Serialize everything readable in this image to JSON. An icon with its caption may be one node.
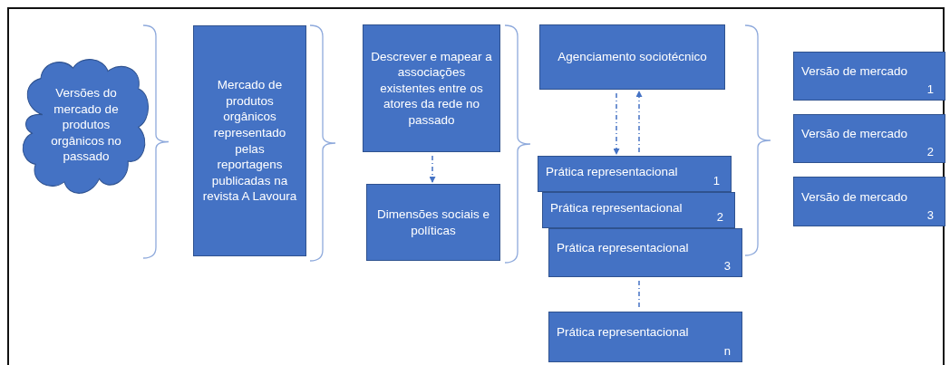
{
  "diagram": {
    "nodes": [
      {
        "text": [
          "Versões do mercado de produtos orgânicos no passado"
        ]
      },
      {
        "text": [
          "Mercado de produtos orgânicos representado pelas reportagens publicadas na revista A Lavoura"
        ]
      },
      {
        "text": [
          "Descrever e mapear a associações existentes entre os atores da rede no passado"
        ]
      },
      {
        "text": [
          "Dimensões sociais e políticas"
        ]
      },
      {
        "text": [
          "Agenciamento sociotécnico"
        ]
      },
      {
        "text": [
          "Prática representacional",
          "1"
        ]
      },
      {
        "text": [
          "Prática representacional",
          "2"
        ]
      },
      {
        "text": [
          "Prática representacional",
          "3"
        ]
      },
      {
        "text": [
          "Prática representacional",
          "n"
        ]
      },
      {
        "text": [
          "Versão de mercado",
          "1"
        ]
      },
      {
        "text": [
          "Versão de mercado",
          "2"
        ]
      },
      {
        "text": [
          "Versão de mercado",
          "3"
        ]
      }
    ],
    "edges": [
      {
        "from": 2,
        "to": 3,
        "arrow": "to",
        "style": "dashed"
      },
      {
        "from": 4,
        "to": 5,
        "arrow": "to",
        "style": "dashed"
      },
      {
        "from": 5,
        "to": 4,
        "arrow": "to",
        "style": "dashed"
      },
      {
        "from": 7,
        "to": 8,
        "arrow": "none",
        "style": "dashed"
      }
    ]
  }
}
